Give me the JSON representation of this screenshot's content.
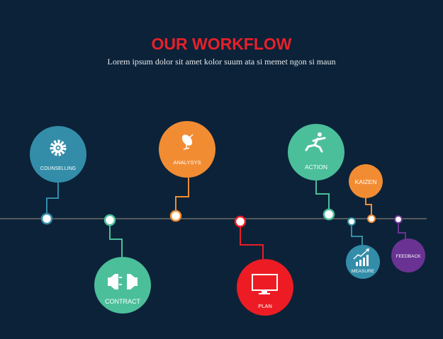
{
  "title": "OUR WORKFLOW",
  "subtitle": "Lorem ipsum dolor sit amet kolor suum ata si memet ngon si maun",
  "colors": {
    "background": "#0c2238",
    "timeline": "#55595e",
    "title": "#e8202a"
  },
  "steps": [
    {
      "label": "COUNSELLING",
      "icon": "gear-icon",
      "color": "#338da8"
    },
    {
      "label": "CONTRACT",
      "icon": "plug-icon",
      "color": "#4bbf9a"
    },
    {
      "label": "ANALYSYS",
      "icon": "satellite-dish-icon",
      "color": "#f28c33"
    },
    {
      "label": "PLAN",
      "icon": "monitor-icon",
      "color": "#ed1c24"
    },
    {
      "label": "ACTION",
      "icon": "running-man-icon",
      "color": "#4bbf9a"
    },
    {
      "label": "KAIZEN",
      "icon": "",
      "color": "#f28c33"
    },
    {
      "label": "MEASURE",
      "icon": "growth-chart-icon",
      "color": "#338da8"
    },
    {
      "label": "FEEDBACK",
      "icon": "",
      "color": "#6a3393"
    }
  ]
}
